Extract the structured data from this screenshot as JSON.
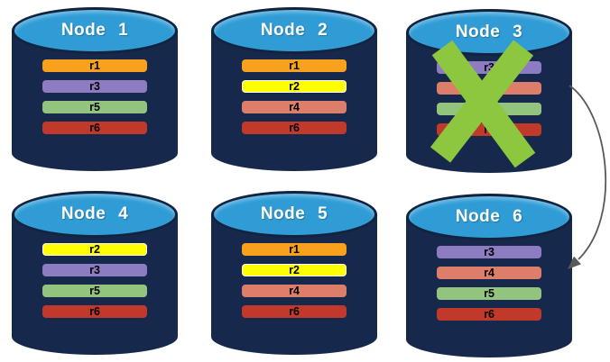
{
  "colors": {
    "background": "#FFFFFF",
    "cylinder_body": "#16294C",
    "cylinder_top": "#2F9CD6",
    "cylinder_outline": "#122340",
    "node_title": "#FFFFFF",
    "replica_label": "#000000",
    "failure_x": "#8DC63F",
    "arrow": "#595959"
  },
  "replicas": {
    "r1": {
      "label": "r1",
      "color": "#F7A11C",
      "border": "#F7A11C"
    },
    "r2": {
      "label": "r2",
      "color": "#FFFF00",
      "border": "#FFFFFF"
    },
    "r3": {
      "label": "r3",
      "color": "#8E7CC3",
      "border": "#8E7CC3"
    },
    "r4": {
      "label": "r4",
      "color": "#DD7E6B",
      "border": "#DD7E6B"
    },
    "r5": {
      "label": "r5",
      "color": "#93C47E",
      "border": "#93C47E"
    },
    "r6": {
      "label": "r6",
      "color": "#C0392B",
      "border": "#C0392B"
    }
  },
  "nodes": [
    {
      "label": "Node 1",
      "replicas": [
        "r1",
        "r3",
        "r5",
        "r6"
      ],
      "failed": false
    },
    {
      "label": "Node 2",
      "replicas": [
        "r1",
        "r2",
        "r4",
        "r6"
      ],
      "failed": false
    },
    {
      "label": "Node 3",
      "replicas": [
        "r3",
        "r4",
        "r5",
        "r6"
      ],
      "failed": true
    },
    {
      "label": "Node 4",
      "replicas": [
        "r2",
        "r3",
        "r5",
        "r6"
      ],
      "failed": false
    },
    {
      "label": "Node 5",
      "replicas": [
        "r1",
        "r2",
        "r4",
        "r6"
      ],
      "failed": false
    },
    {
      "label": "Node 6",
      "replicas": [
        "r3",
        "r4",
        "r5",
        "r6"
      ],
      "failed": false
    }
  ],
  "annotations": {
    "failed_node": "Node 3",
    "arrow_from": "Node 3",
    "arrow_to": "Node 6"
  }
}
